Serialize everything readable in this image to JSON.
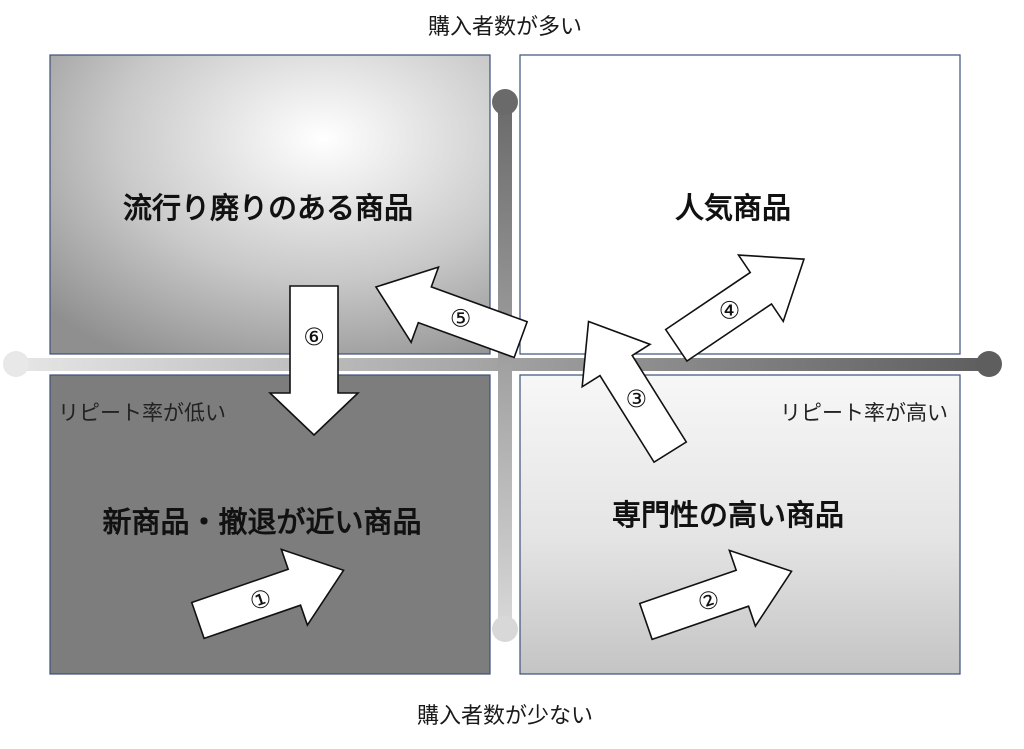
{
  "axis": {
    "top": "購入者数が多い",
    "bottom": "購入者数が少ない",
    "left": "リピート率が低い",
    "right": "リピート率が高い"
  },
  "quadrants": {
    "top_left": "流行り廃りのある商品",
    "top_right": "人気商品",
    "bottom_left": "新商品・撤退が近い商品",
    "bottom_right": "専門性の高い商品"
  },
  "arrows": [
    "①",
    "②",
    "③",
    "④",
    "⑤",
    "⑥"
  ],
  "colors": {
    "quad_border": "#3d4f7c",
    "bottom_left_fill": "#7d7d7d",
    "axis_dark": "#6e6e6e",
    "axis_light": "#dcdcdc"
  }
}
